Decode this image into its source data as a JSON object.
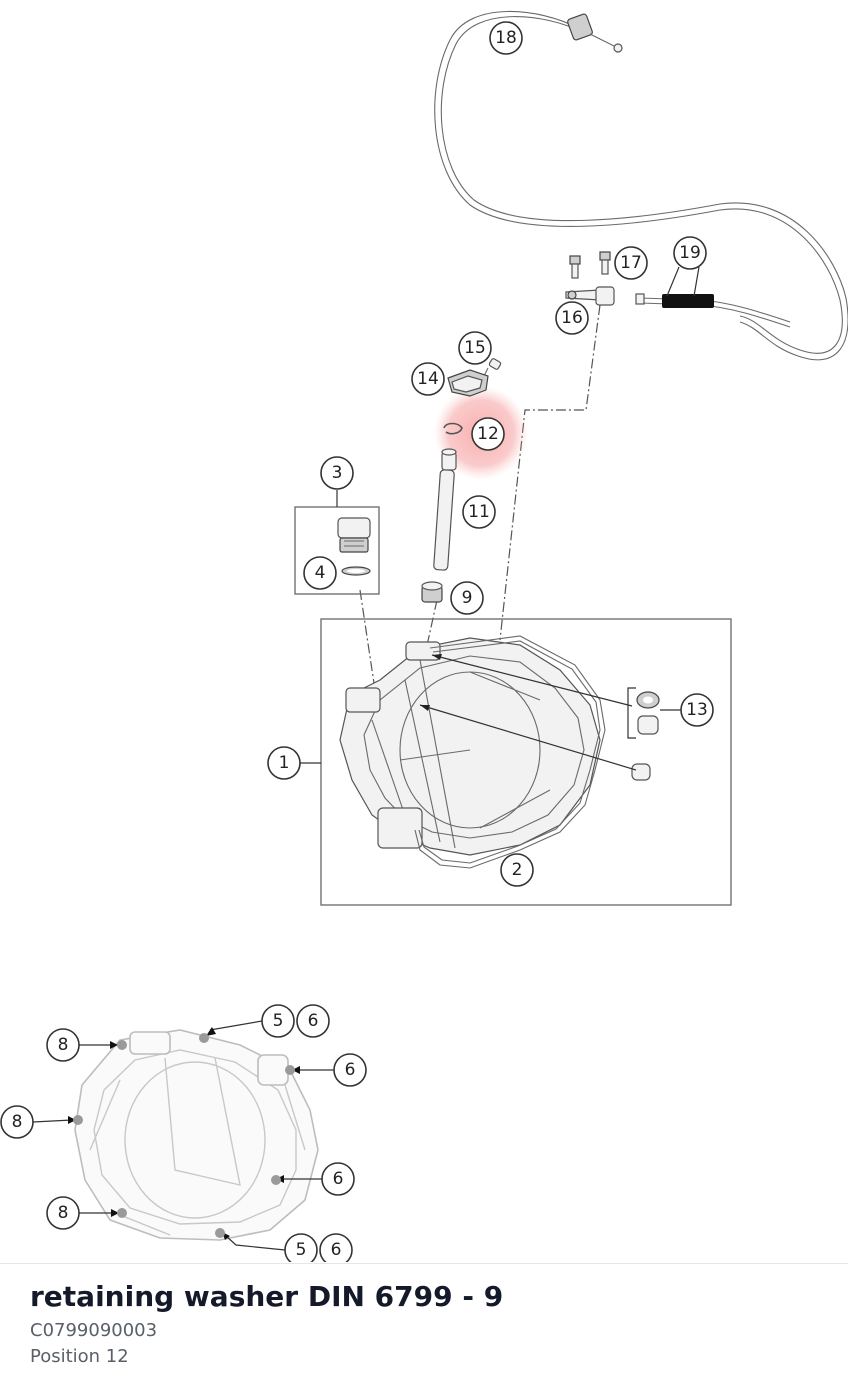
{
  "diagram": {
    "callouts": {
      "c1": "1",
      "c2": "2",
      "c3": "3",
      "c4": "4",
      "c9": "9",
      "c11": "11",
      "c12": "12",
      "c13": "13",
      "c14": "14",
      "c15": "15",
      "c16": "16",
      "c17": "17",
      "c18": "18",
      "c19": "19"
    },
    "detail_callouts": {
      "d5a": "5",
      "d6a": "6",
      "d6b": "6",
      "d8a": "8",
      "d8b": "8",
      "d6c": "6",
      "d8c": "8",
      "d5b": "5",
      "d6d": "6"
    },
    "highlight_color": "#f08080"
  },
  "info": {
    "title": "retaining washer DIN 6799 - 9",
    "part_number": "C0799090003",
    "position": "Position 12"
  }
}
